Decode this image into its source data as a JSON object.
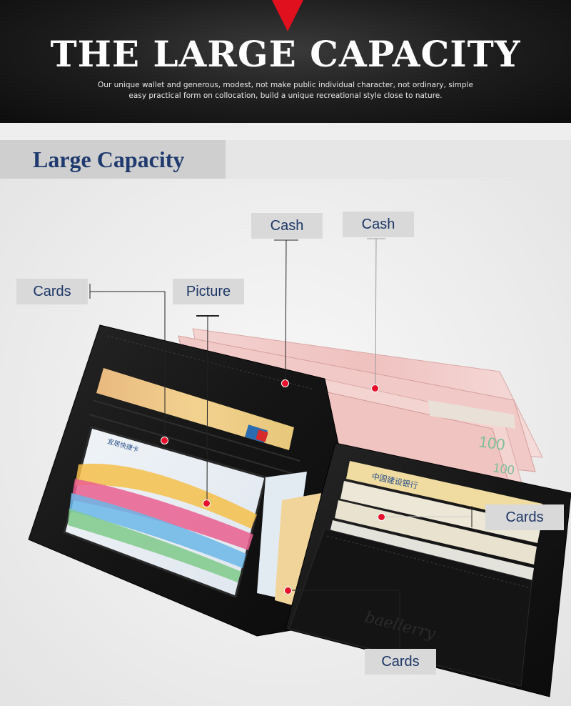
{
  "banner": {
    "title": "THE LARGE CAPACITY",
    "description": "Our unique wallet and generous, modest, not make public individual character, not ordinary, simple easy practical form on collocation, build a unique recreational style close to nature."
  },
  "section": {
    "title": "Large Capacity"
  },
  "callouts": {
    "cash_1": "Cash",
    "cash_2": "Cash",
    "cards_left": "Cards",
    "picture": "Picture",
    "cards_right": "Cards",
    "cards_bottom": "Cards"
  },
  "wallet_print": {
    "brand": "baellerry",
    "card_bank": "中国建设银行",
    "card_transit": "宜居快捷卡",
    "note_value": "100",
    "note_value_2": "100"
  },
  "colors": {
    "accent_red": "#e0101e",
    "marker_red": "#e8102a",
    "title_navy": "#1f3a6e",
    "callout_bg": "#d9d9d9"
  }
}
